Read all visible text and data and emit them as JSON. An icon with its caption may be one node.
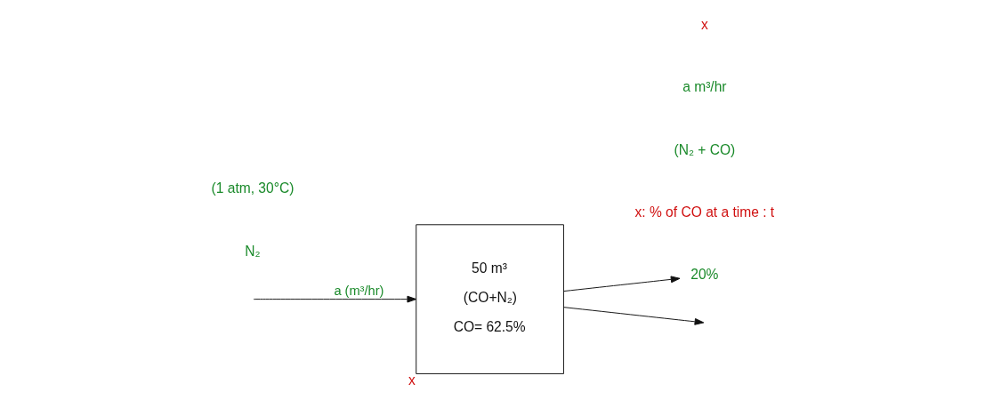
{
  "diagram": {
    "nodes": [
      {
        "text": [
          "50 m³",
          "(CO+N₂)",
          "CO= 62.5%"
        ],
        "beside": [
          "x"
        ]
      },
      {
        "text": [
          "20%"
        ]
      }
    ],
    "edges": [
      {
        "from": null,
        "to": 0,
        "arrow": "to",
        "label": "a (m³/hr)"
      },
      {
        "from": 0,
        "to": null,
        "arrow": "to"
      },
      {
        "from": 0,
        "to": 1,
        "arrow": "to"
      }
    ],
    "labels": [
      "N₂",
      "(1 atm, 30°C)",
      "x: % of CO at a time : t",
      "(N₂ + CO)",
      "a m³/hr",
      "x"
    ]
  }
}
